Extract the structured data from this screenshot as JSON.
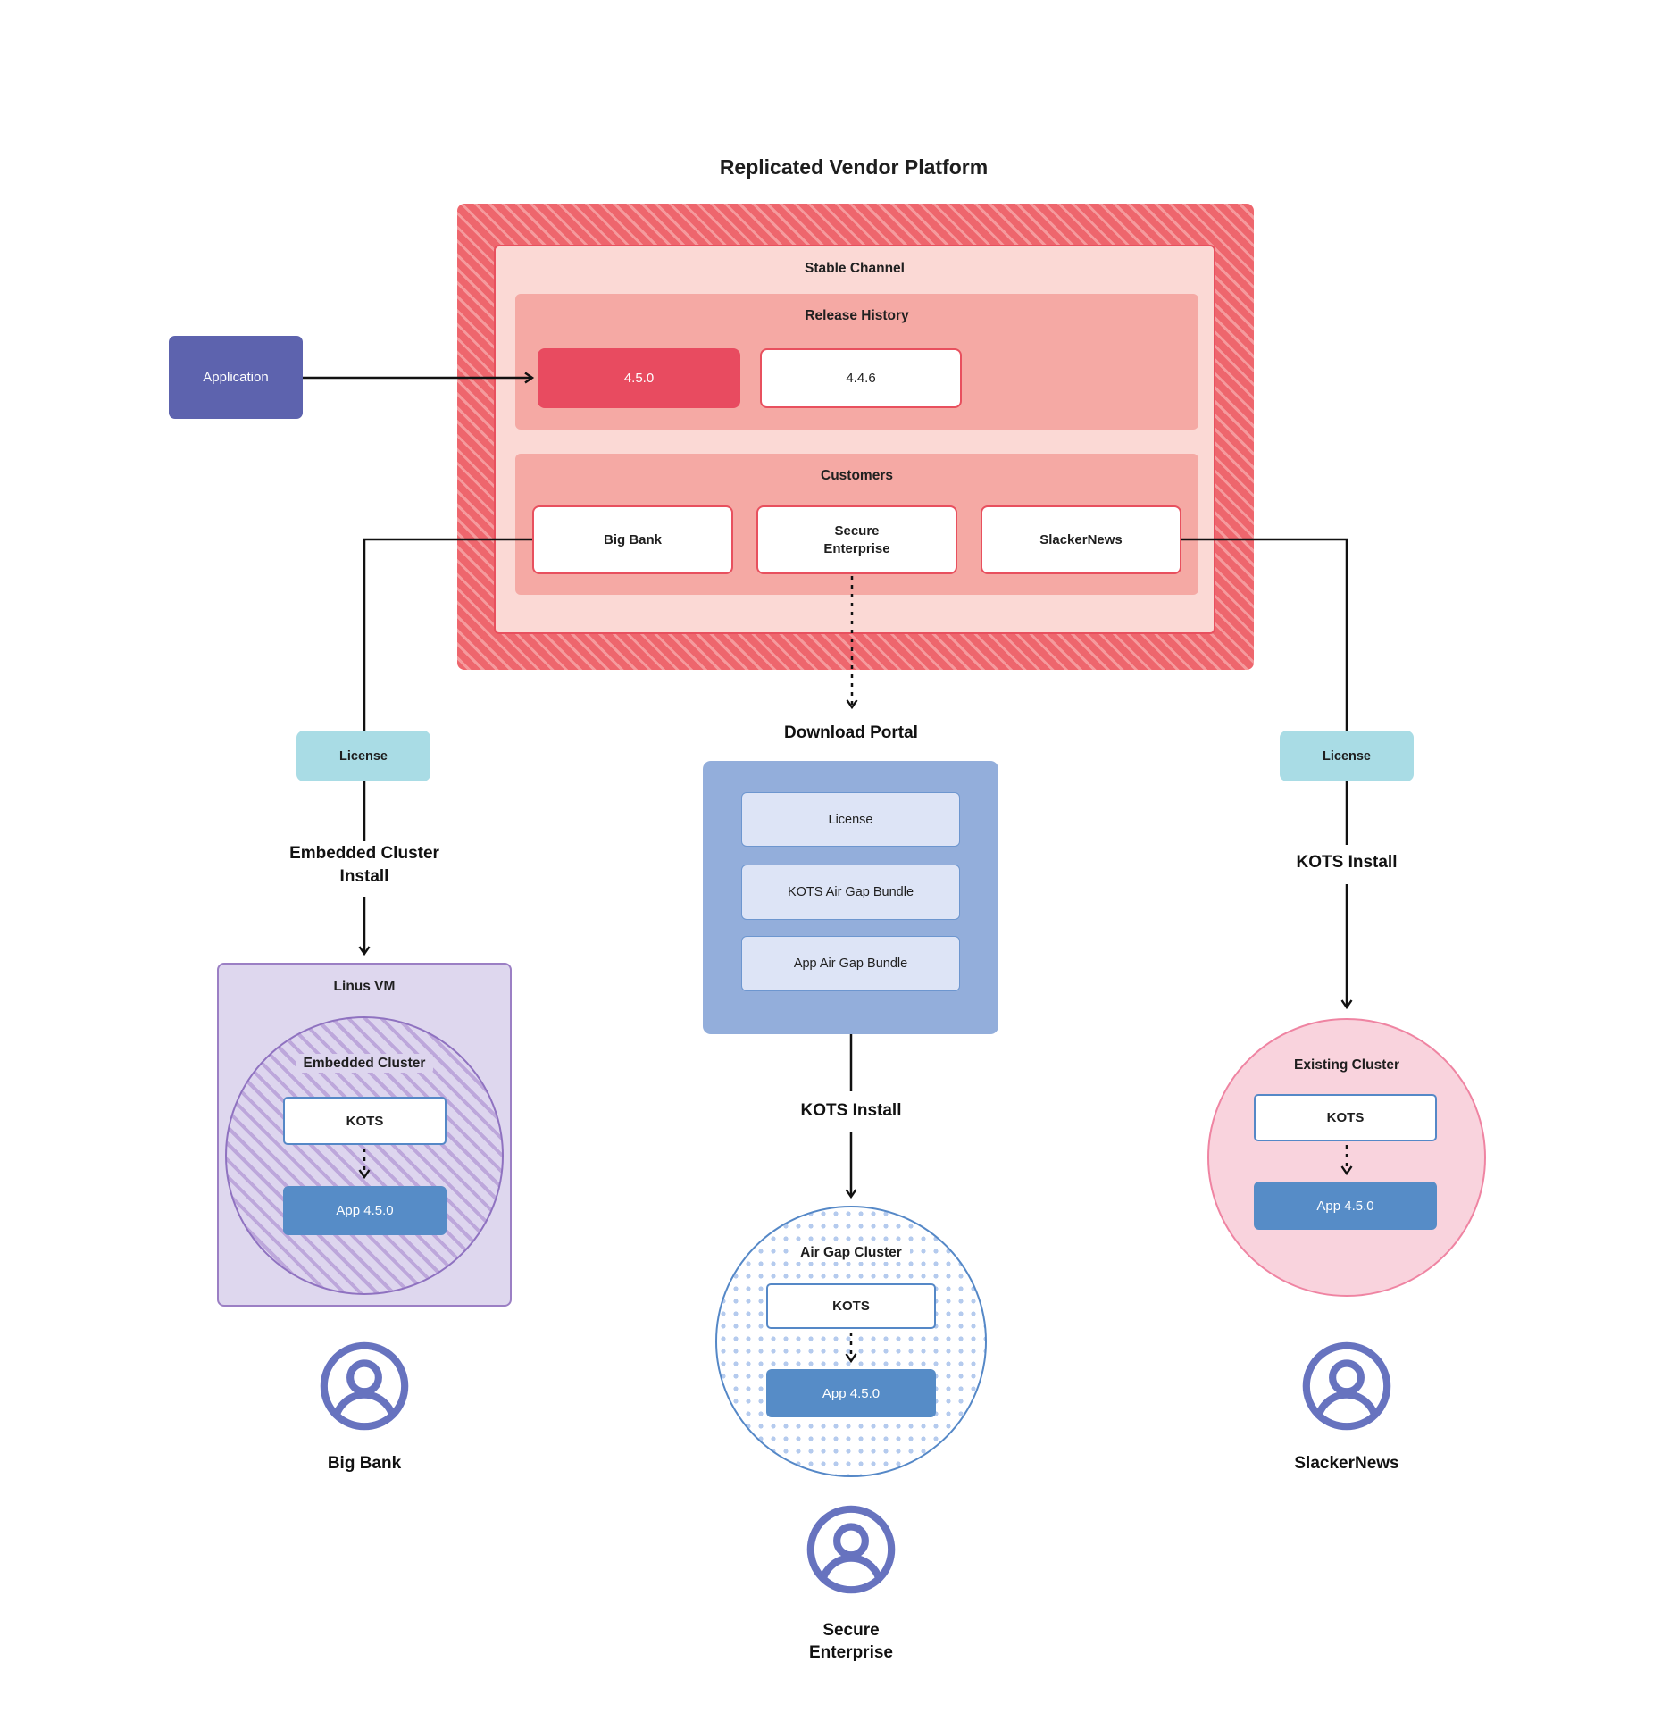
{
  "title": "Replicated Vendor Platform",
  "platform": {
    "stable_channel_label": "Stable Channel",
    "release_history_label": "Release History",
    "releases": [
      {
        "version": "4.5.0"
      },
      {
        "version": "4.4.6"
      }
    ],
    "customers_label": "Customers",
    "customers": [
      {
        "name": "Big Bank"
      },
      {
        "name": "Secure Enterprise"
      },
      {
        "name": "SlackerNews"
      }
    ]
  },
  "application_label": "Application",
  "left_flow": {
    "license_label": "License",
    "install_label": "Embedded Cluster Install",
    "vm_label": "Linus VM",
    "cluster_label": "Embedded Cluster",
    "kots_label": "KOTS",
    "app_label": "App 4.5.0",
    "customer_label": "Big Bank"
  },
  "center_flow": {
    "portal_label": "Download Portal",
    "portal_items": [
      {
        "label": "License"
      },
      {
        "label": "KOTS Air Gap Bundle"
      },
      {
        "label": "App Air Gap Bundle"
      }
    ],
    "install_label": "KOTS Install",
    "cluster_label": "Air Gap Cluster",
    "kots_label": "KOTS",
    "app_label": "App 4.5.0",
    "customer_label": "Secure Enterprise"
  },
  "right_flow": {
    "license_label": "License",
    "install_label": "KOTS Install",
    "cluster_label": "Existing Cluster",
    "kots_label": "KOTS",
    "app_label": "App 4.5.0",
    "customer_label": "SlackerNews"
  },
  "colors": {
    "platform_red": "#ee666d",
    "platform_stripe": "#f59a9d",
    "stable_pink": "#fbd9d5",
    "salmon": "#f5a9a4",
    "release_red": "#e84b60",
    "red_border": "#e8505e",
    "application_indigo": "#5d63ae",
    "license_teal": "#a9dce5",
    "vm_purple": "#ded7ee",
    "purple_border": "#9b7fc4",
    "kots_blue_border": "#5588c7",
    "app_blue": "#568cc7",
    "portal_blue": "#93aedb",
    "portal_item": "#dde4f6",
    "existing_pink": "#f9d3dd",
    "pink_border": "#ef84a2",
    "person_indigo": "#6773bf"
  }
}
